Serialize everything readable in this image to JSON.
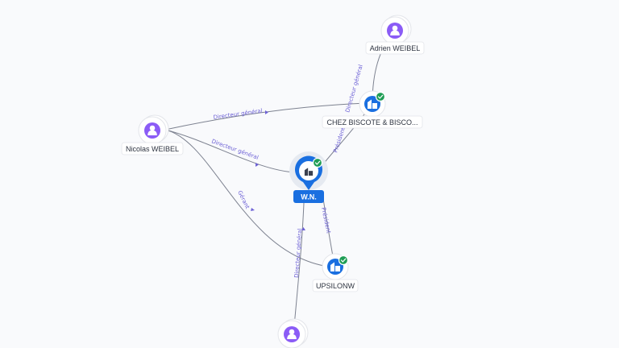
{
  "nodes": {
    "main": {
      "label": "W.N.",
      "type": "company",
      "verified": true
    },
    "chez_biscote": {
      "label": "CHEZ BISCOTE & BISCO...",
      "type": "company",
      "verified": true
    },
    "upsilonw": {
      "label": "UPSILONW",
      "type": "company",
      "verified": true
    },
    "adrien_weibel": {
      "label": "Adrien WEIBEL",
      "type": "person"
    },
    "nicolas_weibel": {
      "label": "Nicolas WEIBEL",
      "type": "person"
    },
    "bottom_person": {
      "label": "",
      "type": "person"
    }
  },
  "edges": {
    "nicolas_chez": {
      "label": "Directeur général"
    },
    "nicolas_main": {
      "label": "Directeur général"
    },
    "nicolas_upsilon": {
      "label": "Gérant"
    },
    "adrien_chez": {
      "label": "Directeur général"
    },
    "main_chez": {
      "label": "Président"
    },
    "main_upsilon": {
      "label": "Président"
    },
    "bottom_main": {
      "label": "Directeur général"
    }
  },
  "icons": {
    "person": "person-icon",
    "company": "building-icon",
    "verified": "check-badge-icon"
  },
  "colors": {
    "person": "#8b5cf6",
    "company": "#1a6fe0",
    "verified": "#1f9d55",
    "edge_label": "#6e62d6"
  }
}
